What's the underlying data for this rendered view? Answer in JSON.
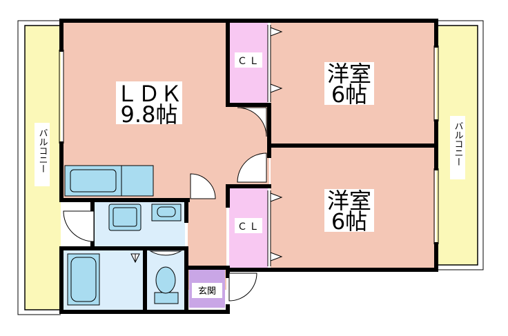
{
  "rooms": {
    "ldk": {
      "name": "ＬＤＫ",
      "size": "9.8帖"
    },
    "western_1": {
      "name": "洋室",
      "size": "6帖"
    },
    "western_2": {
      "name": "洋室",
      "size": "6帖"
    },
    "closet_1": "ＣＬ",
    "closet_2": "ＣＬ",
    "entrance": "玄関",
    "balcony_left": "バルコニー",
    "balcony_right": "バルコニー"
  },
  "colors": {
    "ldk_floor": "#f4c7b6",
    "western_floor": "#f4c7b6",
    "closet": "#f8c8f2",
    "entrance": "#c9a6e6",
    "balcony": "#fbf8b8",
    "wet_area": "#dbeefb",
    "fixture": "#a9dcf0",
    "wall": "#000000"
  }
}
